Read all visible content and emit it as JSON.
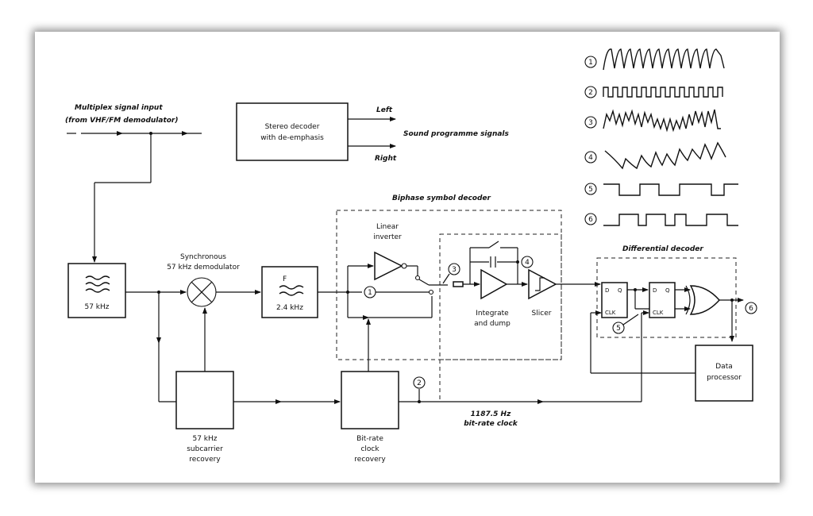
{
  "labels": {
    "input_line1": "Multiplex signal input",
    "input_line2": "(from VHF/FM demodulator)",
    "stereo_l1": "Stereo decoder",
    "stereo_l2": "with de-emphasis",
    "left": "Left",
    "right": "Right",
    "sound": "Sound programme signals",
    "biphase_title": "Biphase symbol decoder",
    "diff_title": "Differential decoder",
    "sync_l1": "Synchronous",
    "sync_l2": "57 kHz demodulator",
    "bpf_freq": "57 kHz",
    "lpf_top": "F",
    "lpf_freq": "2.4 kHz",
    "inv_l1": "Linear",
    "inv_l2": "inverter",
    "int_l1": "Integrate",
    "int_l2": "and dump",
    "slicer": "Slicer",
    "ff1_d": "D",
    "ff1_q": "Q",
    "ff1_clk": "CLK",
    "ff2_d": "D",
    "ff2_q": "Q",
    "ff2_clk": "CLK",
    "dp_l1": "Data",
    "dp_l2": "processor",
    "sub_l1": "57 kHz",
    "sub_l2": "subcarrier",
    "sub_l3": "recovery",
    "bit_l1": "Bit-rate",
    "bit_l2": "clock",
    "bit_l3": "recovery",
    "clock_l1": "1187.5 Hz",
    "clock_l2": "bit-rate clock"
  },
  "markers": [
    "1",
    "2",
    "3",
    "4",
    "5",
    "6"
  ]
}
